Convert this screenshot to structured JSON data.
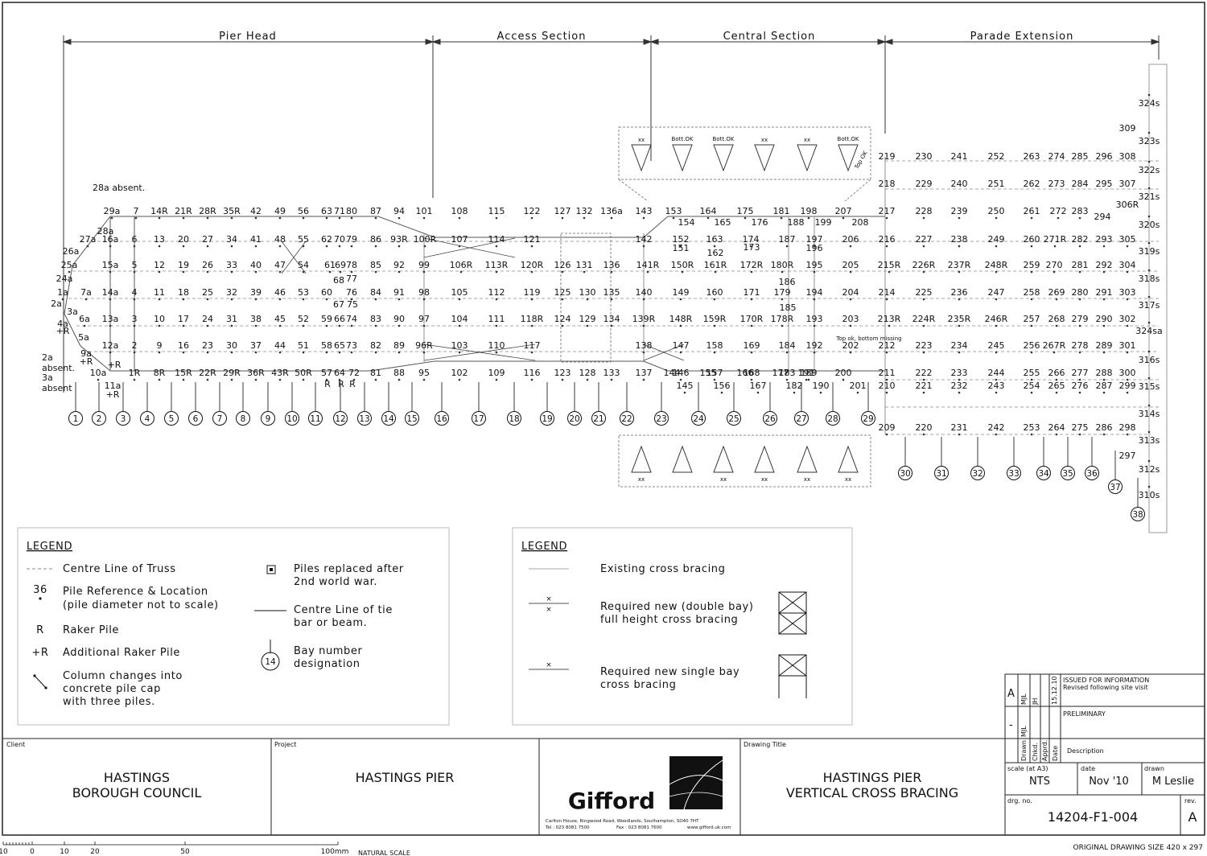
{
  "sections": [
    {
      "label": "Pier Head"
    },
    {
      "label": "Access Section"
    },
    {
      "label": "Central Section"
    },
    {
      "label": "Parade Extension"
    }
  ],
  "notes": {
    "n28a": "28a absent.",
    "n2a_1": "2a",
    "n2a_2": "absent.",
    "n2a_3": "3a",
    "n2a_4": "absent"
  },
  "pile_rows": [
    [
      "29a",
      "7",
      "14R",
      "21R",
      "28R",
      "35R",
      "42",
      "49",
      "56",
      "63",
      "71",
      "80",
      "87",
      "94",
      "101",
      "108",
      "115",
      "122",
      "127",
      "132",
      "136a",
      "143",
      "153",
      "164",
      "175",
      "181",
      "198",
      "207",
      "217",
      "228",
      "239",
      "250",
      "261",
      "272",
      "283"
    ],
    [
      "27a",
      "16a",
      "6",
      "13",
      "20",
      "27",
      "34",
      "41",
      "48",
      "55",
      "62",
      "70",
      "79",
      "86",
      "93R",
      "100R",
      "107",
      "114",
      "121",
      "142",
      "152",
      "163",
      "174",
      "187",
      "197",
      "206",
      "216",
      "227",
      "238",
      "249",
      "260",
      "271R",
      "282",
      "293",
      "305"
    ],
    [
      "25a",
      "15a",
      "5",
      "12",
      "19",
      "26",
      "33",
      "40",
      "47",
      "54",
      "61",
      "69",
      "78",
      "85",
      "92",
      "99",
      "106R",
      "113R",
      "120R",
      "126",
      "131",
      "136",
      "141R",
      "150R",
      "161R",
      "172R",
      "180R",
      "195",
      "205",
      "215R",
      "226R",
      "237R",
      "248R",
      "259",
      "270",
      "281",
      "292",
      "304"
    ],
    [
      "1a",
      "7a",
      "14a",
      "4",
      "11",
      "18",
      "25",
      "32",
      "39",
      "46",
      "53",
      "60",
      "76",
      "84",
      "91",
      "98",
      "105",
      "112",
      "119",
      "125",
      "130",
      "135",
      "140",
      "149",
      "160",
      "171",
      "179",
      "194",
      "204",
      "214",
      "225",
      "236",
      "247",
      "258",
      "269",
      "280",
      "291",
      "303"
    ],
    [
      "6a",
      "13a",
      "3",
      "10",
      "17",
      "24",
      "31",
      "38",
      "45",
      "52",
      "59",
      "66",
      "74",
      "83",
      "90",
      "97",
      "104",
      "111",
      "118R",
      "124",
      "129",
      "134",
      "139R",
      "148R",
      "159R",
      "170R",
      "178R",
      "193",
      "203",
      "213R",
      "224R",
      "235R",
      "246R",
      "257",
      "268",
      "279",
      "290",
      "302"
    ],
    [
      "12a",
      "2",
      "9",
      "16",
      "23",
      "30",
      "37",
      "44",
      "51",
      "58",
      "65",
      "73",
      "82",
      "89",
      "96R",
      "103",
      "110",
      "117",
      "138",
      "147",
      "158",
      "169",
      "184",
      "192",
      "202",
      "212",
      "223",
      "234",
      "245",
      "256",
      "267R",
      "278",
      "289",
      "301"
    ],
    [
      "10a",
      "1R",
      "8R",
      "15R",
      "22R",
      "29R",
      "36R",
      "43R",
      "50R",
      "57",
      "64",
      "72",
      "81",
      "88",
      "95",
      "102",
      "109",
      "116",
      "123",
      "128",
      "133",
      "137",
      "146",
      "157",
      "168",
      "183",
      "191",
      "189",
      "200",
      "211",
      "222",
      "233",
      "244",
      "255",
      "266",
      "277",
      "288",
      "300"
    ],
    [
      "145",
      "156",
      "167",
      "182",
      "190",
      "201",
      "210",
      "221",
      "232",
      "243",
      "254",
      "265",
      "276",
      "287",
      "299"
    ],
    [
      "209",
      "220",
      "231",
      "242",
      "253",
      "264",
      "275",
      "286",
      "298"
    ]
  ],
  "extra_labels": [
    "24a",
    "26a",
    "28a",
    "2a",
    "3a",
    "4a",
    "+R",
    "5a",
    "9a",
    "+R",
    "+R",
    "11a",
    "+R",
    "R",
    "R",
    "R",
    "68",
    "77",
    "67",
    "75",
    "186",
    "185",
    "154",
    "165",
    "176",
    "188",
    "199",
    "208",
    "162",
    "173",
    "196",
    "144",
    "155",
    "166",
    "177",
    "218",
    "229",
    "240",
    "251",
    "262",
    "273",
    "284",
    "295",
    "307",
    "219",
    "230",
    "241",
    "252",
    "263",
    "274",
    "285",
    "296",
    "308",
    "309",
    "294",
    "306R",
    "297",
    "151"
  ],
  "side_labels": [
    "324s",
    "323s",
    "322s",
    "321s",
    "320s",
    "319s",
    "318s",
    "317s",
    "324sa",
    "316s",
    "315s",
    "314s",
    "313s",
    "312s",
    "310s"
  ],
  "bays": [
    "1",
    "2",
    "3",
    "4",
    "5",
    "6",
    "7",
    "8",
    "9",
    "10",
    "11",
    "12",
    "13",
    "14",
    "15",
    "16",
    "17",
    "18",
    "19",
    "20",
    "21",
    "22",
    "23",
    "24",
    "25",
    "26",
    "27",
    "28",
    "29",
    "30",
    "31",
    "32",
    "33",
    "34",
    "35",
    "36",
    "37",
    "38"
  ],
  "bracing_notes": {
    "bott_ok": "Bott.OK",
    "top_ok": "Top OK",
    "xx": "xx",
    "missing": "Top ok, bottom missing"
  },
  "legend1": {
    "title": "LEGEND",
    "items": [
      {
        "text": "Centre Line of Truss"
      },
      {
        "symbol": "36",
        "text": "Pile Reference & Location",
        "text2": "(pile diameter not to scale)"
      },
      {
        "symbol": "R",
        "text": "Raker Pile"
      },
      {
        "symbol": "+R",
        "text": "Additional Raker Pile"
      },
      {
        "text": "Column changes into",
        "text2": "concrete pile cap",
        "text3": "with three piles."
      },
      {
        "text": "Piles replaced after",
        "text2": "2nd world war."
      },
      {
        "text": "Centre Line of tie",
        "text2": "bar or beam."
      },
      {
        "symbol": "14",
        "text": "Bay number",
        "text2": "designation"
      }
    ]
  },
  "legend2": {
    "title": "LEGEND",
    "items": [
      {
        "text": "Existing cross bracing"
      },
      {
        "text": "Required new (double bay)",
        "text2": "full height cross bracing"
      },
      {
        "text": "Required new single bay",
        "text2": "cross bracing"
      }
    ]
  },
  "title_block": {
    "client_label": "Client",
    "client_1": "HASTINGS",
    "client_2": "BOROUGH COUNCIL",
    "project_label": "Project",
    "project": "HASTINGS PIER",
    "company": "Gifford",
    "address": "Carlton House, Ringwood Road, Woodlands, Southampton, SO40 7HT",
    "tel": "Tel : 023 8081 7500",
    "fax": "Fax : 023 8081 7600",
    "web": "www.gifford.uk.com",
    "drawing_title_label": "Drawing Title",
    "drawing_title_1": "HASTINGS PIER",
    "drawing_title_2": "VERTICAL CROSS BRACING",
    "rev_a": "A",
    "rev_dash": "-",
    "drawn": "MJL",
    "checked": "JH",
    "date_rev": "15.12.10",
    "rev_desc_1": "ISSUED FOR INFORMATION",
    "rev_desc_2": "Revised following site visit",
    "preliminary": "PRELIMINARY",
    "col_drawn": "Drawn",
    "col_chkd": "Chkd.",
    "col_apprd": "Apprd.",
    "col_date": "Date",
    "col_desc": "Description",
    "mjl_2": "MJL",
    "scale_label": "scale (at A3)",
    "scale": "NTS",
    "date_label": "date",
    "date": "Nov '10",
    "drawn_label": "drawn",
    "drawn_by": "M Leslie",
    "drg_label": "drg. no.",
    "drg_no": "14204-F1-004",
    "rev_label": "rev.",
    "rev": "A",
    "original_size": "ORIGINAL DRAWING SIZE 420 x 297"
  },
  "scale_bar": {
    "ticks": [
      "10",
      "0",
      "10",
      "20",
      "50",
      "100mm"
    ],
    "label": "NATURAL SCALE"
  }
}
